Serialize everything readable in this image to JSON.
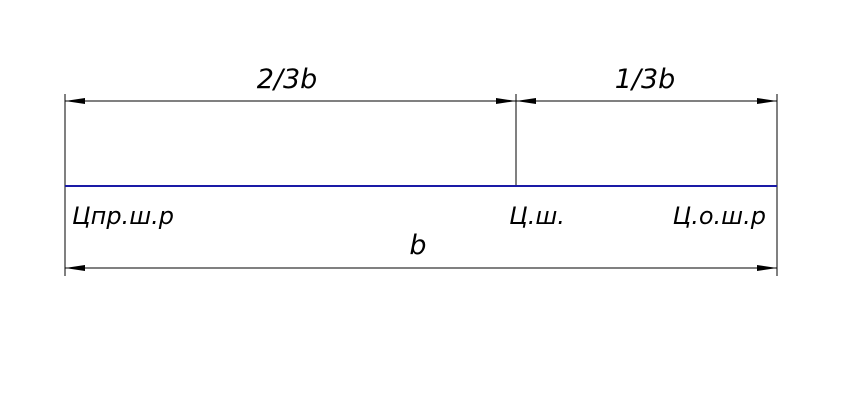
{
  "diagram": {
    "dimensions": {
      "left_segment": "2/3b",
      "right_segment": "1/3b",
      "total_width": "b"
    },
    "points": {
      "left_end": "Цпр.ш.р",
      "middle": "Ц.ш.",
      "right_end": "Ц.о.ш.р"
    },
    "colors": {
      "baseline": "#1a1aa6",
      "lines": "#000000",
      "background": "#ffffff"
    }
  }
}
